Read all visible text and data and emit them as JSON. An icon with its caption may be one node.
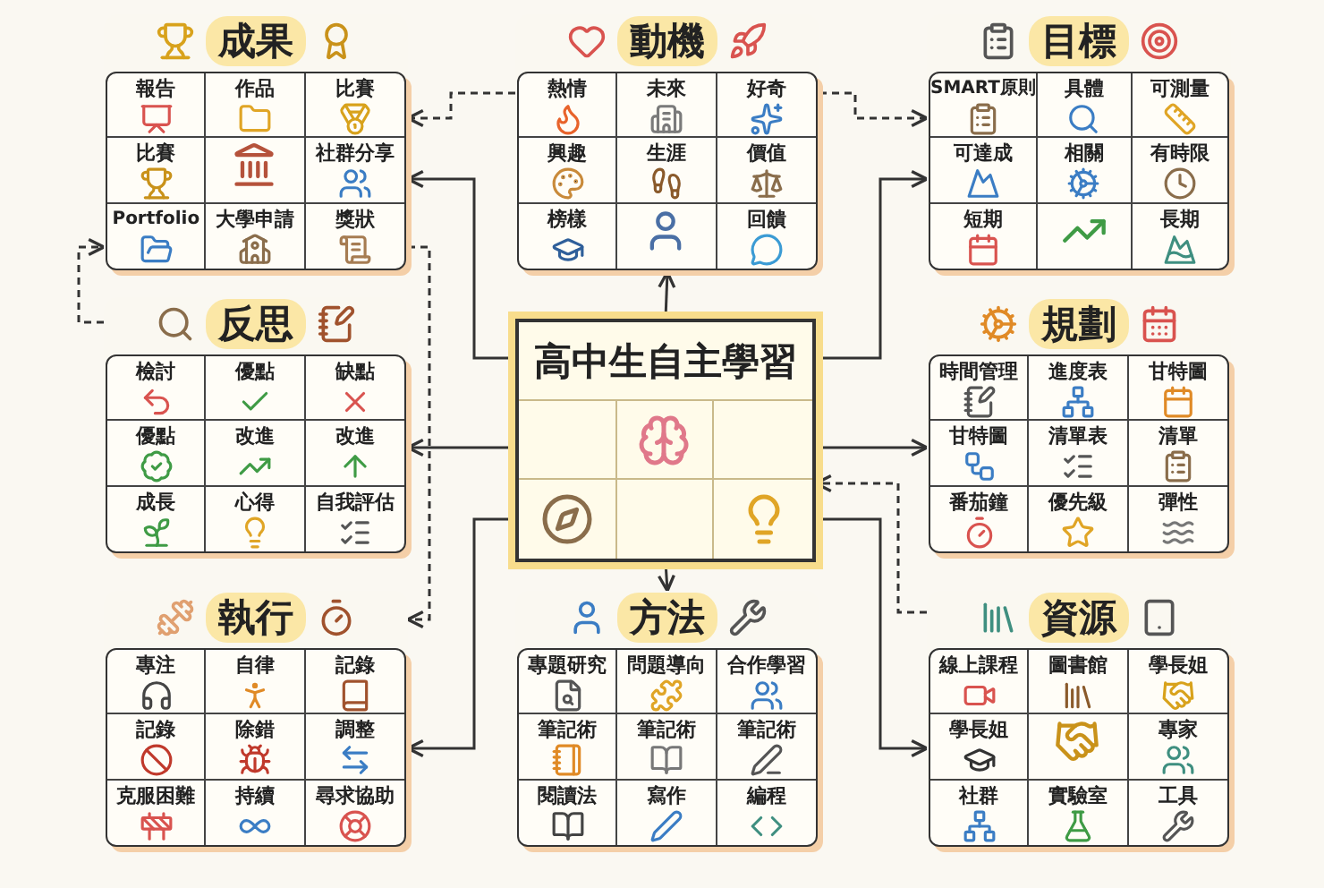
{
  "diagram": {
    "nodes": [
      {
        "text": [
          "成果"
        ]
      },
      {
        "text": [
          "報告"
        ],
        "in": 0
      },
      {
        "text": [
          "作品"
        ],
        "in": 0
      },
      {
        "text": [
          "比賽"
        ],
        "in": 0
      },
      {
        "text": [
          "比賽"
        ],
        "in": 0
      },
      {
        "text": [],
        "shape": "box",
        "in": 0
      },
      {
        "text": [
          "社群分享"
        ],
        "in": 0
      },
      {
        "text": [
          "Portfolio"
        ],
        "in": 0
      },
      {
        "text": [
          "大學申請"
        ],
        "in": 0
      },
      {
        "text": [
          "獎狀"
        ],
        "in": 0
      },
      {
        "text": [
          "動機"
        ]
      },
      {
        "text": [
          "熱情"
        ],
        "in": 10
      },
      {
        "text": [
          "未來"
        ],
        "in": 10
      },
      {
        "text": [
          "好奇"
        ],
        "in": 10
      },
      {
        "text": [
          "興趣"
        ],
        "in": 10
      },
      {
        "text": [
          "生涯"
        ],
        "in": 10
      },
      {
        "text": [
          "價值"
        ],
        "in": 10
      },
      {
        "text": [
          "榜樣"
        ],
        "in": 10
      },
      {
        "text": [],
        "shape": "box",
        "in": 10
      },
      {
        "text": [
          "回饋"
        ],
        "in": 10
      },
      {
        "text": [
          "目標"
        ]
      },
      {
        "text": [
          "SMART原則"
        ],
        "in": 20
      },
      {
        "text": [
          "具體"
        ],
        "in": 20
      },
      {
        "text": [
          "可測量"
        ],
        "in": 20
      },
      {
        "text": [
          "可達成"
        ],
        "in": 20
      },
      {
        "text": [
          "相關"
        ],
        "in": 20
      },
      {
        "text": [
          "有時限"
        ],
        "in": 20
      },
      {
        "text": [
          "短期"
        ],
        "in": 20
      },
      {
        "text": [],
        "shape": "box",
        "in": 20
      },
      {
        "text": [
          "長期"
        ],
        "in": 20
      },
      {
        "text": [
          "反思"
        ]
      },
      {
        "text": [
          "檢討"
        ],
        "in": 30
      },
      {
        "text": [
          "優點"
        ],
        "in": 30
      },
      {
        "text": [
          "缺點"
        ],
        "in": 30
      },
      {
        "text": [
          "優點"
        ],
        "in": 30
      },
      {
        "text": [
          "改進"
        ],
        "in": 30
      },
      {
        "text": [
          "改進"
        ],
        "in": 30
      },
      {
        "text": [
          "成長"
        ],
        "in": 30
      },
      {
        "text": [
          "心得"
        ],
        "in": 30
      },
      {
        "text": [
          "自我評估"
        ],
        "in": 30
      },
      {
        "text": [
          "高中生自主學習"
        ]
      },
      {
        "text": [
          "規劃"
        ]
      },
      {
        "text": [
          "時間管理"
        ],
        "in": 41
      },
      {
        "text": [
          "進度表"
        ],
        "in": 41
      },
      {
        "text": [
          "甘特圖"
        ],
        "in": 41
      },
      {
        "text": [
          "甘特圖"
        ],
        "in": 41
      },
      {
        "text": [
          "清單表"
        ],
        "in": 41
      },
      {
        "text": [
          "清單"
        ],
        "in": 41
      },
      {
        "text": [
          "番茄鐘"
        ],
        "in": 41
      },
      {
        "text": [
          "優先級"
        ],
        "in": 41
      },
      {
        "text": [
          "彈性"
        ],
        "in": 41
      },
      {
        "text": [
          "執行"
        ]
      },
      {
        "text": [
          "專注"
        ],
        "in": 51
      },
      {
        "text": [
          "自律"
        ],
        "in": 51
      },
      {
        "text": [
          "記錄"
        ],
        "in": 51
      },
      {
        "text": [
          "記錄"
        ],
        "in": 51
      },
      {
        "text": [
          "除錯"
        ],
        "in": 51
      },
      {
        "text": [
          "調整"
        ],
        "in": 51
      },
      {
        "text": [
          "克服困難"
        ],
        "in": 51
      },
      {
        "text": [
          "持續"
        ],
        "in": 51
      },
      {
        "text": [
          "尋求協助"
        ],
        "in": 51
      },
      {
        "text": [
          "方法"
        ]
      },
      {
        "text": [
          "專題研究"
        ],
        "in": 61
      },
      {
        "text": [
          "問題導向"
        ],
        "in": 61
      },
      {
        "text": [
          "合作學習"
        ],
        "in": 61
      },
      {
        "text": [
          "筆記術"
        ],
        "in": 61
      },
      {
        "text": [
          "筆記術"
        ],
        "in": 61
      },
      {
        "text": [
          "筆記術"
        ],
        "in": 61
      },
      {
        "text": [
          "閱讀法"
        ],
        "in": 61
      },
      {
        "text": [
          "寫作"
        ],
        "in": 61
      },
      {
        "text": [
          "編程"
        ],
        "in": 61
      },
      {
        "text": [
          "資源"
        ]
      },
      {
        "text": [
          "線上課程"
        ],
        "in": 71
      },
      {
        "text": [
          "圖書館"
        ],
        "in": 71
      },
      {
        "text": [
          "學長姐"
        ],
        "in": 71
      },
      {
        "text": [
          "學長姐"
        ],
        "in": 71
      },
      {
        "text": [],
        "shape": "box",
        "in": 71
      },
      {
        "text": [
          "專家"
        ],
        "in": 71
      },
      {
        "text": [
          "社群"
        ],
        "in": 71
      },
      {
        "text": [
          "實驗室"
        ],
        "in": 71
      },
      {
        "text": [
          "工具"
        ],
        "in": 71
      }
    ],
    "edges": [
      {
        "from": 40,
        "to": 10,
        "arrow": "to"
      },
      {
        "from": 40,
        "to": 0,
        "arrow": "to"
      },
      {
        "from": 40,
        "to": 20,
        "arrow": "to"
      },
      {
        "from": 40,
        "to": 30,
        "arrow": "to"
      },
      {
        "from": 40,
        "to": 41,
        "arrow": "to"
      },
      {
        "from": 40,
        "to": 51,
        "arrow": "to"
      },
      {
        "from": 40,
        "to": 61,
        "arrow": "to"
      },
      {
        "from": 40,
        "to": 71,
        "arrow": "to"
      },
      {
        "from": 10,
        "to": 0,
        "arrow": "to",
        "style": "dashed"
      },
      {
        "from": 10,
        "to": 20,
        "arrow": "to",
        "style": "dashed"
      },
      {
        "from": 30,
        "to": 0,
        "arrow": "to",
        "style": "dashed"
      },
      {
        "from": 0,
        "to": 51,
        "arrow": "to",
        "style": "dashed"
      },
      {
        "from": 71,
        "to": 40,
        "arrow": "to",
        "style": "dashed"
      }
    ]
  }
}
